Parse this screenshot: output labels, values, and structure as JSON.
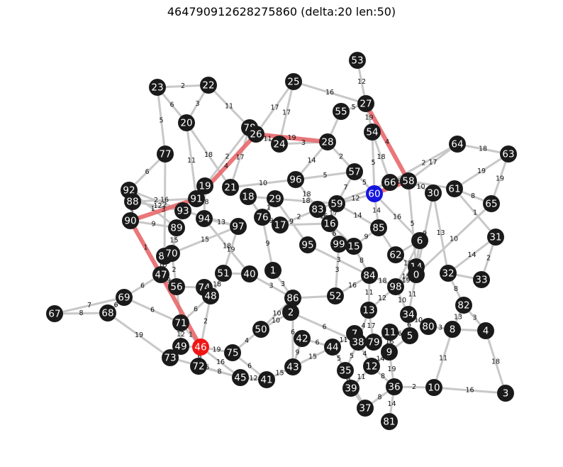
{
  "title": "464790912628275860 (delta:20 len:50)",
  "colors": {
    "node": "#1a1a1a",
    "edge": "#c8c8c8",
    "highlight": "#e8676a",
    "source": "#1515e0",
    "target": "#f01515"
  },
  "source_node": "60",
  "target_node": "46",
  "path": [
    "60",
    "58",
    "27",
    "28",
    "26",
    "91",
    "90",
    "47",
    "46"
  ],
  "nodes": [
    "53",
    "25",
    "27",
    "23",
    "22",
    "55",
    "20",
    "78",
    "26",
    "24",
    "28",
    "54",
    "77",
    "64",
    "63",
    "96",
    "57",
    "66",
    "58",
    "60",
    "19",
    "21",
    "92",
    "61",
    "30",
    "88",
    "91",
    "18",
    "29",
    "59",
    "65",
    "93",
    "90",
    "83",
    "94",
    "76",
    "17",
    "16",
    "89",
    "97",
    "85",
    "31",
    "95",
    "99",
    "15",
    "87",
    "70",
    "62",
    "6",
    "47",
    "51",
    "40",
    "1",
    "14",
    "0",
    "32",
    "33",
    "56",
    "74",
    "48",
    "52",
    "86",
    "84",
    "98",
    "82",
    "69",
    "2",
    "13",
    "34",
    "67",
    "68",
    "71",
    "50",
    "80",
    "8",
    "4",
    "42",
    "7",
    "79",
    "11",
    "5",
    "49",
    "46",
    "75",
    "44",
    "38",
    "73",
    "72",
    "12",
    "9",
    "43",
    "45",
    "41",
    "35",
    "39",
    "36",
    "10",
    "3",
    "37",
    "81"
  ],
  "edges": [
    [
      "53",
      "27",
      12
    ],
    [
      "25",
      "27",
      16
    ],
    [
      "23",
      "22",
      2
    ],
    [
      "23",
      "20",
      6
    ],
    [
      "23",
      "77",
      5
    ],
    [
      "22",
      "20",
      3
    ],
    [
      "22",
      "78",
      11
    ],
    [
      "25",
      "26",
      17
    ],
    [
      "25",
      "24",
      17
    ],
    [
      "27",
      "54",
      19
    ],
    [
      "27",
      "58",
      4
    ],
    [
      "55",
      "27",
      5
    ],
    [
      "55",
      "28",
      null
    ],
    [
      "20",
      "91",
      11
    ],
    [
      "20",
      "21",
      18
    ],
    [
      "78",
      "26",
      null
    ],
    [
      "78",
      "19",
      2
    ],
    [
      "78",
      "21",
      17
    ],
    [
      "26",
      "24",
      11
    ],
    [
      "26",
      "28",
      19
    ],
    [
      "26",
      "91",
      4
    ],
    [
      "24",
      "28",
      3
    ],
    [
      "28",
      "96",
      14
    ],
    [
      "28",
      "57",
      2
    ],
    [
      "54",
      "66",
      18
    ],
    [
      "54",
      "60",
      5
    ],
    [
      "77",
      "92",
      6
    ],
    [
      "77",
      "87",
      2
    ],
    [
      "64",
      "63",
      18
    ],
    [
      "64",
      "58",
      17
    ],
    [
      "64",
      "66",
      2
    ],
    [
      "63",
      "65",
      19
    ],
    [
      "61",
      "63",
      19
    ],
    [
      "61",
      "65",
      8
    ],
    [
      "61",
      "31",
      1
    ],
    [
      "96",
      "21",
      10
    ],
    [
      "96",
      "57",
      5
    ],
    [
      "96",
      "83",
      18
    ],
    [
      "57",
      "60",
      5
    ],
    [
      "57",
      "59",
      7
    ],
    [
      "66",
      "58",
      6
    ],
    [
      "66",
      "83",
      null
    ],
    [
      "58",
      "60",
      13
    ],
    [
      "58",
      "30",
      10
    ],
    [
      "58",
      "61",
      null
    ],
    [
      "58",
      "14",
      5
    ],
    [
      "60",
      "59",
      12
    ],
    [
      "60",
      "85",
      14
    ],
    [
      "60",
      "6",
      16
    ],
    [
      "19",
      "91",
      null
    ],
    [
      "19",
      "94",
      18
    ],
    [
      "91",
      "90",
      3
    ],
    [
      "91",
      "88",
      16
    ],
    [
      "92",
      "93",
      2
    ],
    [
      "92",
      "89",
      1
    ],
    [
      "88",
      "93",
      12
    ],
    [
      "90",
      "89",
      9
    ],
    [
      "90",
      "47",
      1
    ],
    [
      "90",
      "88",
      3
    ],
    [
      "93",
      "97",
      1
    ],
    [
      "93",
      "70",
      6
    ],
    [
      "94",
      "97",
      13
    ],
    [
      "94",
      "40",
      18
    ],
    [
      "18",
      "29",
      null
    ],
    [
      "18",
      "76",
      null
    ],
    [
      "29",
      "76",
      1
    ],
    [
      "29",
      "59",
      18
    ],
    [
      "29",
      "95",
      9
    ],
    [
      "83",
      "16",
      16
    ],
    [
      "83",
      "99",
      5
    ],
    [
      "83",
      "17",
      2
    ],
    [
      "59",
      "16",
      17
    ],
    [
      "59",
      "85",
      14
    ],
    [
      "76",
      "17",
      9
    ],
    [
      "76",
      "1",
      9
    ],
    [
      "17",
      "16",
      null
    ],
    [
      "16",
      "99",
      6
    ],
    [
      "16",
      "15",
      null
    ],
    [
      "85",
      "15",
      9
    ],
    [
      "85",
      "62",
      null
    ],
    [
      "97",
      "51",
      19
    ],
    [
      "97",
      "70",
      15
    ],
    [
      "89",
      "70",
      15
    ],
    [
      "87",
      "70",
      11
    ],
    [
      "87",
      "47",
      10
    ],
    [
      "70",
      "56",
      2
    ],
    [
      "95",
      "84",
      3
    ],
    [
      "99",
      "15",
      10
    ],
    [
      "99",
      "52",
      3
    ],
    [
      "15",
      "84",
      8
    ],
    [
      "62",
      "6",
      null
    ],
    [
      "62",
      "14",
      null
    ],
    [
      "6",
      "14",
      null
    ],
    [
      "6",
      "98",
      18
    ],
    [
      "30",
      "0",
      9
    ],
    [
      "30",
      "32",
      13
    ],
    [
      "31",
      "32",
      14
    ],
    [
      "31",
      "33",
      2
    ],
    [
      "65",
      "0",
      10
    ],
    [
      "14",
      "0",
      null
    ],
    [
      "14",
      "98",
      15
    ],
    [
      "0",
      "98",
      19
    ],
    [
      "0",
      "34",
      11
    ],
    [
      "32",
      "82",
      8
    ],
    [
      "32",
      "33",
      null
    ],
    [
      "47",
      "56",
      9
    ],
    [
      "47",
      "69",
      6
    ],
    [
      "47",
      "46",
      null
    ],
    [
      "51",
      "40",
      null
    ],
    [
      "51",
      "48",
      18
    ],
    [
      "40",
      "86",
      3
    ],
    [
      "1",
      "86",
      3
    ],
    [
      "74",
      "48",
      null
    ],
    [
      "74",
      "56",
      null
    ],
    [
      "48",
      "71",
      6
    ],
    [
      "48",
      "46",
      2
    ],
    [
      "56",
      "71",
      null
    ],
    [
      "86",
      "2",
      1
    ],
    [
      "86",
      "50",
      10
    ],
    [
      "86",
      "52",
      null
    ],
    [
      "84",
      "52",
      16
    ],
    [
      "84",
      "13",
      11
    ],
    [
      "84",
      "98",
      18
    ],
    [
      "98",
      "13",
      12
    ],
    [
      "98",
      "34",
      10
    ],
    [
      "82",
      "8",
      13
    ],
    [
      "82",
      "4",
      3
    ],
    [
      "69",
      "68",
      6
    ],
    [
      "69",
      "71",
      6
    ],
    [
      "67",
      "68",
      8
    ],
    [
      "67",
      "69",
      7
    ],
    [
      "68",
      "73",
      19
    ],
    [
      "2",
      "38",
      6
    ],
    [
      "2",
      "50",
      10
    ],
    [
      "13",
      "38",
      4
    ],
    [
      "13",
      "79",
      17
    ],
    [
      "34",
      "5",
      6
    ],
    [
      "34",
      "80",
      10
    ],
    [
      "80",
      "8",
      3
    ],
    [
      "8",
      "4",
      null
    ],
    [
      "8",
      "10",
      11
    ],
    [
      "4",
      "3",
      18
    ],
    [
      "42",
      "44",
      6
    ],
    [
      "42",
      "43",
      9
    ],
    [
      "7",
      "79",
      null
    ],
    [
      "7",
      "44",
      11
    ],
    [
      "7",
      "38",
      5
    ],
    [
      "79",
      "11",
      null
    ],
    [
      "11",
      "5",
      6
    ],
    [
      "11",
      "9",
      16
    ],
    [
      "5",
      "9",
      null
    ],
    [
      "71",
      "49",
      12
    ],
    [
      "71",
      "46",
      1
    ],
    [
      "49",
      "73",
      8
    ],
    [
      "49",
      "46",
      null
    ],
    [
      "46",
      "72",
      6
    ],
    [
      "46",
      "75",
      19
    ],
    [
      "46",
      "45",
      16
    ],
    [
      "75",
      "41",
      6
    ],
    [
      "75",
      "50",
      4
    ],
    [
      "44",
      "35",
      5
    ],
    [
      "44",
      "43",
      15
    ],
    [
      "38",
      "35",
      5
    ],
    [
      "38",
      "12",
      4
    ],
    [
      "12",
      "9",
      14
    ],
    [
      "12",
      "39",
      11
    ],
    [
      "12",
      "36",
      8
    ],
    [
      "9",
      "36",
      19
    ],
    [
      "36",
      "10",
      2
    ],
    [
      "36",
      "81",
      14
    ],
    [
      "10",
      "3",
      16
    ],
    [
      "35",
      "39",
      6
    ],
    [
      "35",
      "37",
      null
    ],
    [
      "39",
      "37",
      null
    ],
    [
      "73",
      "45",
      15
    ],
    [
      "72",
      "45",
      8
    ],
    [
      "45",
      "41",
      12
    ],
    [
      "41",
      "43",
      15
    ],
    [
      "43",
      "86",
      6
    ],
    [
      "36",
      "37",
      8
    ]
  ]
}
